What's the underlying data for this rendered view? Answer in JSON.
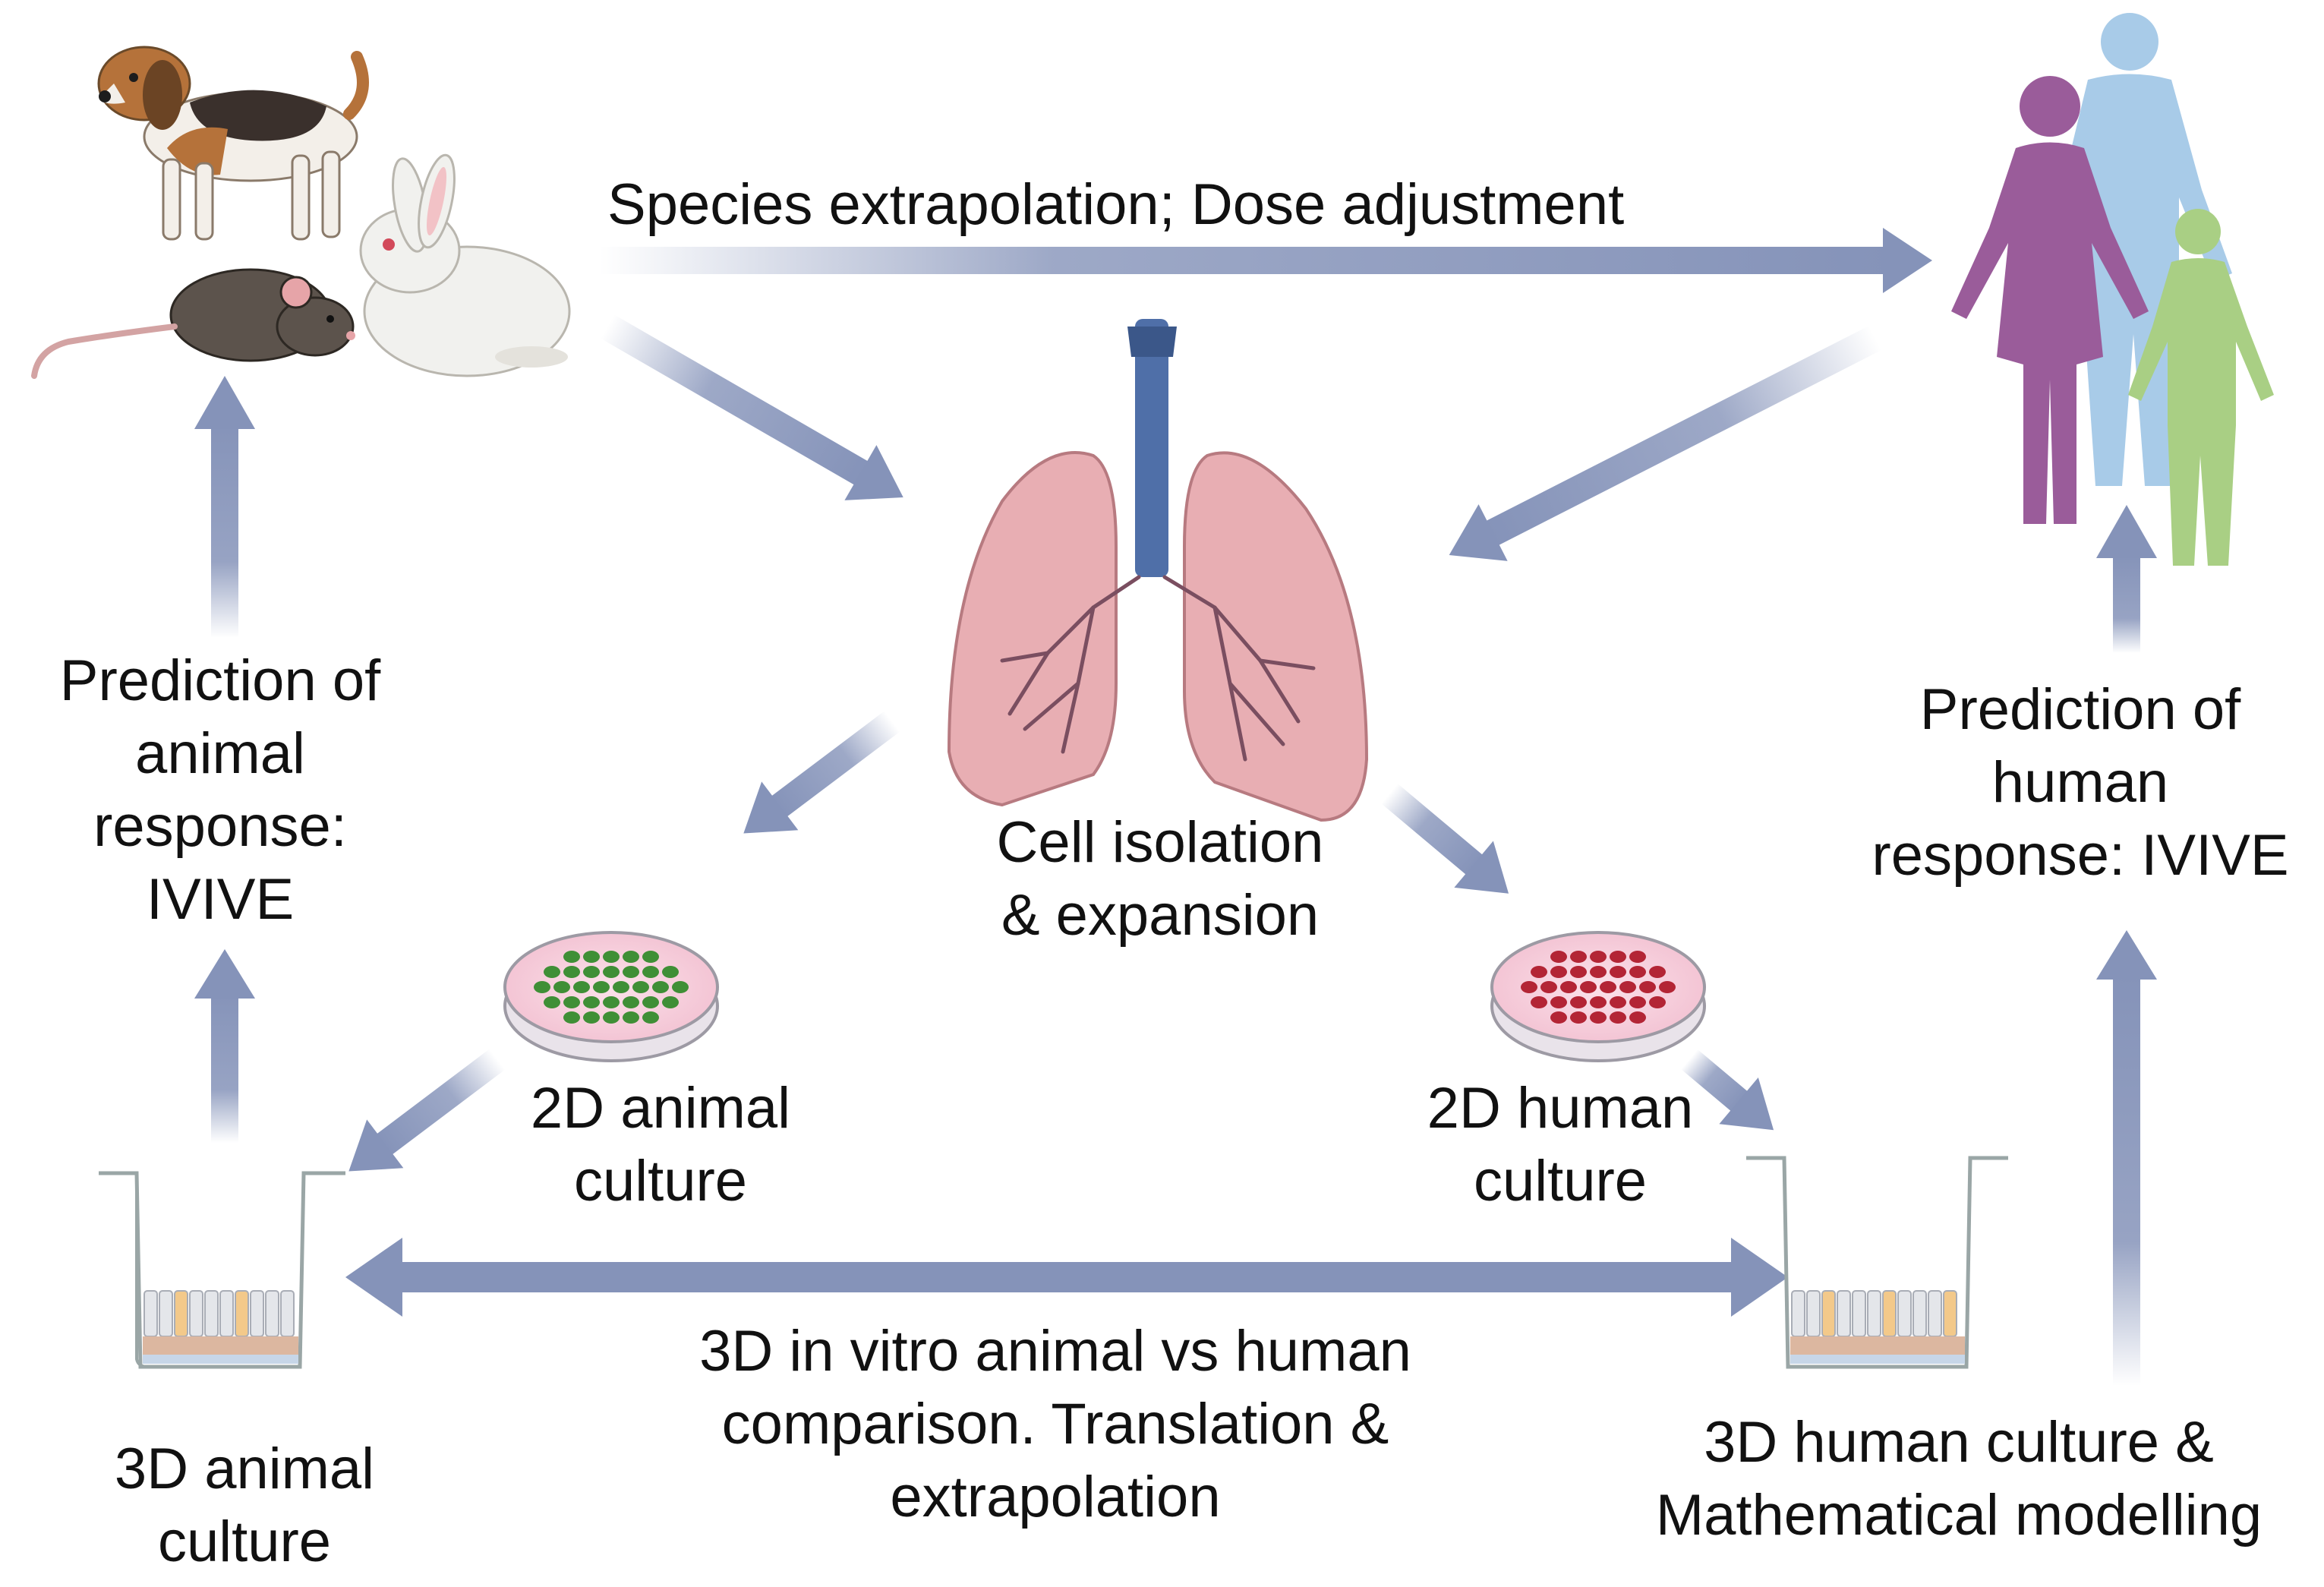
{
  "labels": {
    "species_extrapolation": "Species extrapolation; Dose adjustment",
    "prediction_animal": [
      "Prediction of",
      "animal",
      "response:",
      "IVIVE"
    ],
    "prediction_human": [
      "Prediction of",
      "human",
      "response: IVIVE"
    ],
    "cell_isolation": [
      "Cell isolation",
      "& expansion"
    ],
    "culture_2d_animal": [
      "2D animal",
      "culture"
    ],
    "culture_2d_human": [
      "2D human",
      "culture"
    ],
    "comparison_3d": [
      "3D in vitro animal vs human",
      "comparison. Translation &",
      "extrapolation"
    ],
    "culture_3d_animal": [
      "3D animal",
      "culture"
    ],
    "culture_3d_human": [
      "3D human culture &",
      "Mathematical modelling"
    ]
  },
  "colors": {
    "arrow": "#8593b9",
    "lung": "#e8aeb3",
    "trachea": "#4f6fa8",
    "human_adult_female": "#9a5c9a",
    "human_adult_male": "#a8cbe8",
    "human_child": "#a9cf84",
    "cells_animal": "#3f8f36",
    "cells_human": "#b32535",
    "dish_medium": "#f7cfdc"
  },
  "icons": [
    "dog-icon",
    "rabbit-icon",
    "mouse-icon",
    "human-figures-icon",
    "lungs-icon",
    "petri-dish-icon",
    "transwell-icon"
  ]
}
